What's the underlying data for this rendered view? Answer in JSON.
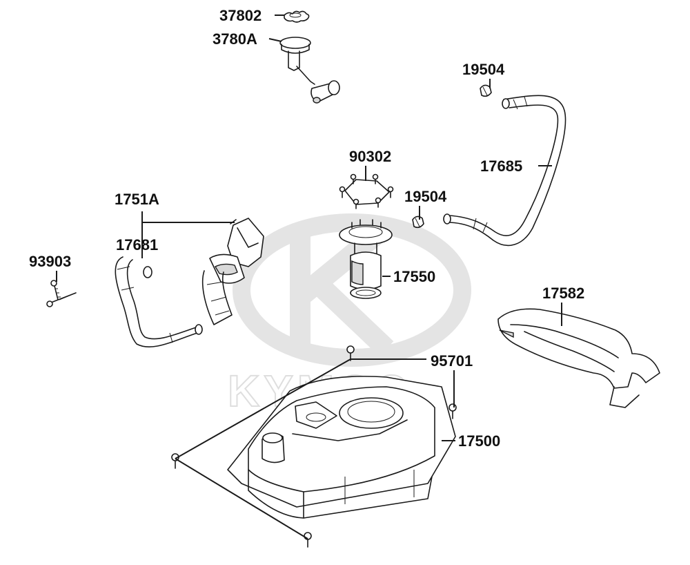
{
  "watermark": {
    "brand": "KYMCO"
  },
  "labels": {
    "p37802": "37802",
    "p3780A": "3780A",
    "p19504_top": "19504",
    "p90302": "90302",
    "p17685": "17685",
    "p1751A": "1751A",
    "p19504_mid": "19504",
    "p17681": "17681",
    "p93903": "93903",
    "p17550": "17550",
    "p17582": "17582",
    "p95701": "95701",
    "p17500": "17500"
  }
}
